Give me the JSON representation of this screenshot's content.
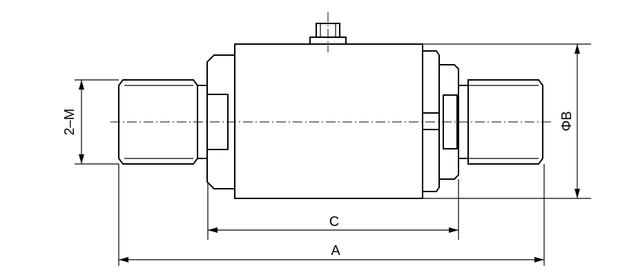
{
  "labels": {
    "dim_a": "A",
    "dim_c": "C",
    "dim_b": "ΦB",
    "dim_m": "2–M"
  },
  "colors": {
    "line": "#000000",
    "background": "#ffffff"
  }
}
